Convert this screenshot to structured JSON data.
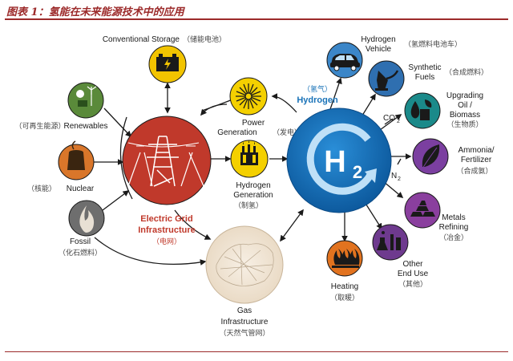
{
  "title": "图表 1：氢能在未来能源技术中的应用",
  "colors": {
    "grid_red": "#c0392b",
    "hydrogen_blue": "#1a73b8",
    "renewables_green": "#5a8a3a",
    "nuclear_orange": "#d9762a",
    "fossil_gray": "#6e6e6e",
    "storage_yellow": "#f2c400",
    "power_yellow": "#f4d000",
    "vehicle_blue": "#3b86c8",
    "fuels_blue": "#2f6fb0",
    "oil_teal": "#1b8a8a",
    "ammonia_purple": "#7b3fa0",
    "metals_purple": "#8a3f9e",
    "other_purple": "#6e3a8e",
    "heating_orange": "#e2731f"
  },
  "nodes": {
    "conventional_storage": {
      "label": "Conventional Storage",
      "cn": "（储能电池）",
      "icon": "battery-icon"
    },
    "renewables": {
      "label": "Renewables",
      "cn": "（可再生能源）",
      "icon": "renewables-icon"
    },
    "nuclear": {
      "label": "Nuclear",
      "cn": "（核能）",
      "icon": "nuclear-icon"
    },
    "fossil": {
      "label": "Fossil",
      "cn": "（化石燃料）",
      "icon": "flame-icon"
    },
    "electric_grid": {
      "label1": "Electric Grid",
      "label2": "Infrastructure",
      "cn": "（电网）",
      "icon": "power-tower-icon"
    },
    "power_generation": {
      "label1": "Power",
      "label2": "Generation",
      "cn": "（发电）",
      "icon": "turbine-icon"
    },
    "hydrogen_generation": {
      "label1": "Hydrogen",
      "label2": "Generation",
      "cn": "（制氢）",
      "icon": "hydrogen-plant-icon"
    },
    "hydrogen": {
      "cn": "（氢气）",
      "label": "Hydrogen",
      "symbol": "H",
      "subscript": "2"
    },
    "gas_infrastructure": {
      "label1": "Gas",
      "label2": "Infrastructure",
      "cn": "（天然气管网）",
      "icon": "gas-map-icon"
    },
    "hydrogen_vehicle": {
      "label1": "Hydrogen",
      "label2": "Vehicle",
      "cn": "（氢燃料电池车）",
      "icon": "car-icon"
    },
    "synthetic_fuels": {
      "label1": "Synthetic",
      "label2": "Fuels",
      "cn": "（合成燃料）",
      "icon": "fuel-pump-icon"
    },
    "upgrading_oil": {
      "label1": "Upgrading",
      "label2": "Oil /",
      "label3": "Biomass",
      "cn": "（生物质）",
      "icon": "oil-drop-icon"
    },
    "ammonia": {
      "label1": "Ammonia/",
      "label2": "Fertilizer",
      "cn": "（合成氨）",
      "icon": "leaf-icon"
    },
    "metals": {
      "label1": "Metals",
      "label2": "Refining",
      "cn": "（冶金）",
      "icon": "gold-bars-icon"
    },
    "other": {
      "label1": "Other",
      "label2": "End Use",
      "cn": "（其他）",
      "icon": "lab-flask-icon"
    },
    "heating": {
      "label": "Heating",
      "cn": "（取暖）",
      "icon": "heating-flame-icon"
    }
  },
  "chem": {
    "co2": "CO",
    "co2_sub": "2",
    "n2": "N",
    "n2_sub": "2"
  }
}
